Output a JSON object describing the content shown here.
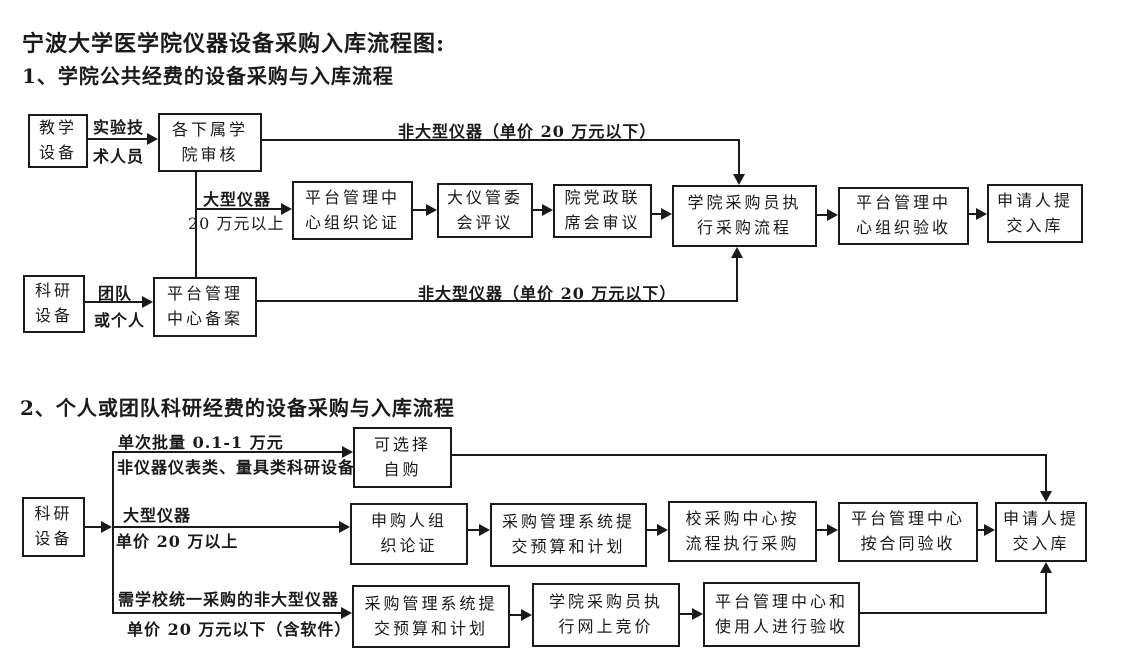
{
  "title": "宁波大学医学院仪器设备采购入库流程图:",
  "colors": {
    "ink": "#1a1a1a",
    "background": "#ffffff"
  },
  "flow1": {
    "heading": "1、学院公共经费的设备采购与入库流程",
    "nodes": {
      "teaching": {
        "lines": [
          "教学",
          "设备"
        ]
      },
      "subcollege": {
        "lines": [
          "各下属学",
          "院审核"
        ]
      },
      "org_review": {
        "lines": [
          "平台管理中",
          "心组织论证"
        ]
      },
      "committee": {
        "lines": [
          "大仪管委",
          "会评议"
        ]
      },
      "party": {
        "lines": [
          "院党政联",
          "席会审议"
        ]
      },
      "buyer": {
        "lines": [
          "学院采购员执",
          "行采购流程"
        ]
      },
      "acceptance": {
        "lines": [
          "平台管理中",
          "心组织验收"
        ]
      },
      "submit": {
        "lines": [
          "申请人提",
          "交入库"
        ]
      },
      "research": {
        "lines": [
          "科研",
          "设备"
        ]
      },
      "record": {
        "lines": [
          "平台管理",
          "中心备案"
        ]
      }
    },
    "edge_labels": {
      "tech_line1": "实验技",
      "tech_line2": "术人员",
      "non_large_top": "非大型仪器（单价 20 万元以下）",
      "large_instrument": "大型仪器",
      "above_200k": "20 万元以上",
      "team_line1": "团队",
      "team_line2": "或个人",
      "non_large_bottom": "非大型仪器（单价 20 万元以下）"
    }
  },
  "flow2": {
    "heading": "2、个人或团队科研经费的设备采购与入库流程",
    "nodes": {
      "research2": {
        "lines": [
          "科研",
          "设备"
        ]
      },
      "self_purchase": {
        "lines": [
          "可选择",
          "自购"
        ]
      },
      "applicant_review": {
        "lines": [
          "申购人组",
          "织论证"
        ]
      },
      "procurement_sys1": {
        "lines": [
          "采购管理系统提",
          "交预算和计划"
        ]
      },
      "school_center": {
        "lines": [
          "校采购中心按",
          "流程执行采购"
        ]
      },
      "contract_acceptance": {
        "lines": [
          "平台管理中心",
          "按合同验收"
        ]
      },
      "submit2": {
        "lines": [
          "申请人提",
          "交入库"
        ]
      },
      "procurement_sys2": {
        "lines": [
          "采购管理系统提",
          "交预算和计划"
        ]
      },
      "online_bid": {
        "lines": [
          "学院采购员执",
          "行网上竞价"
        ]
      },
      "joint_acceptance": {
        "lines": [
          "平台管理中心和",
          "使用人进行验收"
        ]
      }
    },
    "edge_labels": {
      "batch": "单次批量 0.1-1 万元",
      "non_instrument": "非仪器仪表类、量具类科研设备",
      "large_instrument": "大型仪器",
      "above_200k": "单价 20 万以上",
      "school_unified": "需学校统一采购的非大型仪器",
      "below_200k_software": "单价 20 万元以下（含软件）"
    }
  }
}
